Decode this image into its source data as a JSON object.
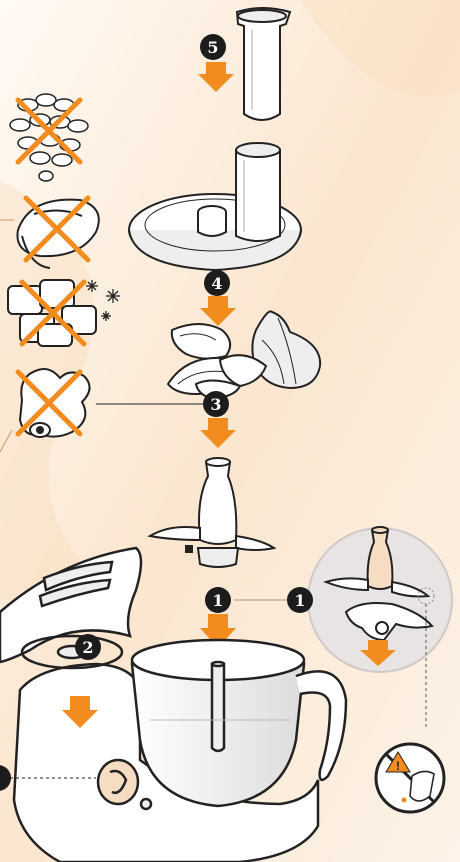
{
  "colors": {
    "background_light": "#fdf6ee",
    "background_warm": "#f7d9b7",
    "arrow_orange": "#f28c1e",
    "cross_orange": "#f28c1e",
    "outline": "#222222",
    "appliance_fill": "#f5f5f5",
    "cap_fill": "#f6dcc0",
    "detail_circle_fill": "#e8e4e4"
  },
  "steps": {
    "step1": "1",
    "step1_detail": "1",
    "step2": "2",
    "step3": "3",
    "step4": "4",
    "step5": "5"
  },
  "prohibited_items": [
    {
      "name": "coffee-beans",
      "icon": "coffee-beans-icon"
    },
    {
      "name": "nutmeg",
      "icon": "nutmeg-icon"
    },
    {
      "name": "ice-cubes",
      "icon": "ice-cubes-icon"
    },
    {
      "name": "ginger-root",
      "icon": "ginger-icon"
    }
  ],
  "components": [
    {
      "name": "pusher",
      "icon": "pusher-icon"
    },
    {
      "name": "lid-with-feed-tube",
      "icon": "lid-icon"
    },
    {
      "name": "onion-garlic",
      "icon": "onion-garlic-icon"
    },
    {
      "name": "chopping-blade",
      "icon": "blade-icon"
    },
    {
      "name": "bowl",
      "icon": "bowl-icon"
    },
    {
      "name": "motor-unit",
      "icon": "motor-unit-icon"
    },
    {
      "name": "blade-cover",
      "icon": "blade-cover-icon"
    },
    {
      "name": "safety-warning",
      "icon": "warning-icon"
    }
  ]
}
